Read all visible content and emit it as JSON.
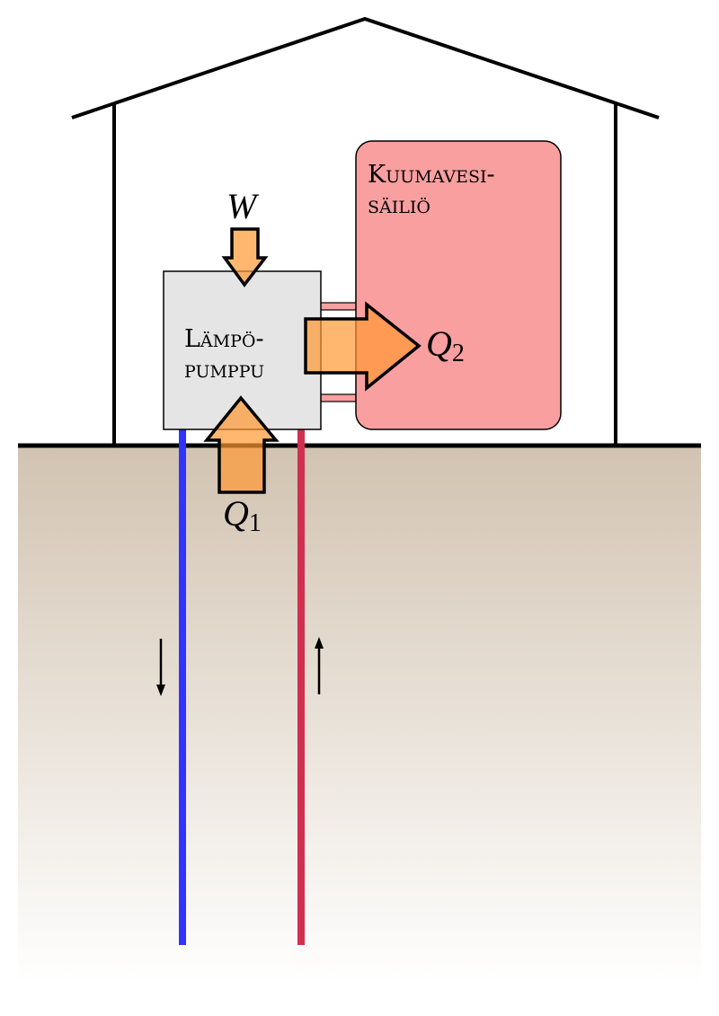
{
  "labels": {
    "pump_line1": "Lämpö-",
    "pump_line2": "pumppu",
    "tank_line1": "Kuumavesi-",
    "tank_line2": "säiliö",
    "work": "W",
    "heat_out": "Q",
    "heat_out_sub": "2",
    "heat_in": "Q",
    "heat_in_sub": "1"
  },
  "colors": {
    "cold_pipe": "#3333ff",
    "hot_pipe": "#d03050",
    "tank": "#fa9fa0",
    "pump": "#e5e5e5",
    "arrow": "#ff9933",
    "ground": "#d2c3b1"
  }
}
